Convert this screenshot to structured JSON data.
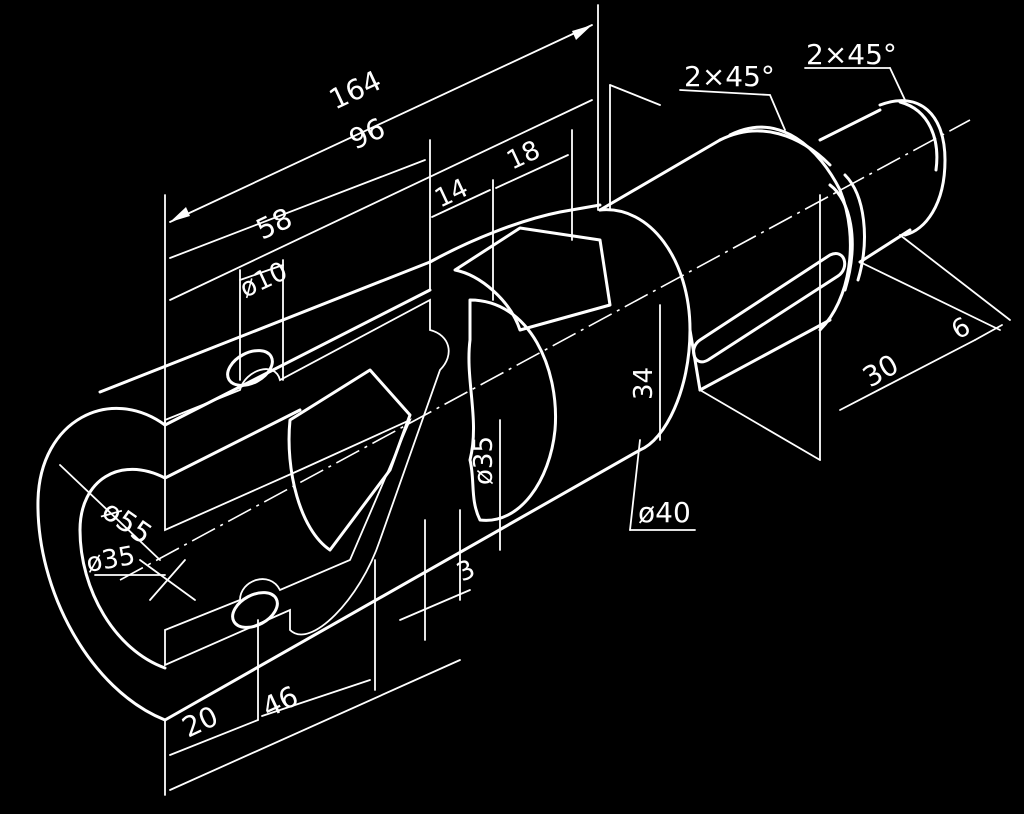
{
  "colors": {
    "background": "#000000",
    "lines": "#ffffff"
  },
  "dimensions": {
    "overall_length": "164",
    "length_96": "96",
    "length_58": "58",
    "length_14": "14",
    "length_18": "18",
    "hole_diameter": "ø10",
    "outer_diameter": "ø55",
    "bore_diameter": "ø35",
    "section_diameter": "ø35",
    "height_34": "34",
    "shaft_diameter": "ø40",
    "groove_3": "3",
    "length_20": "20",
    "length_46": "46",
    "keyway_30": "30",
    "keyway_6": "6",
    "chamfer_1": "2×45°",
    "chamfer_2": "2×45°"
  }
}
